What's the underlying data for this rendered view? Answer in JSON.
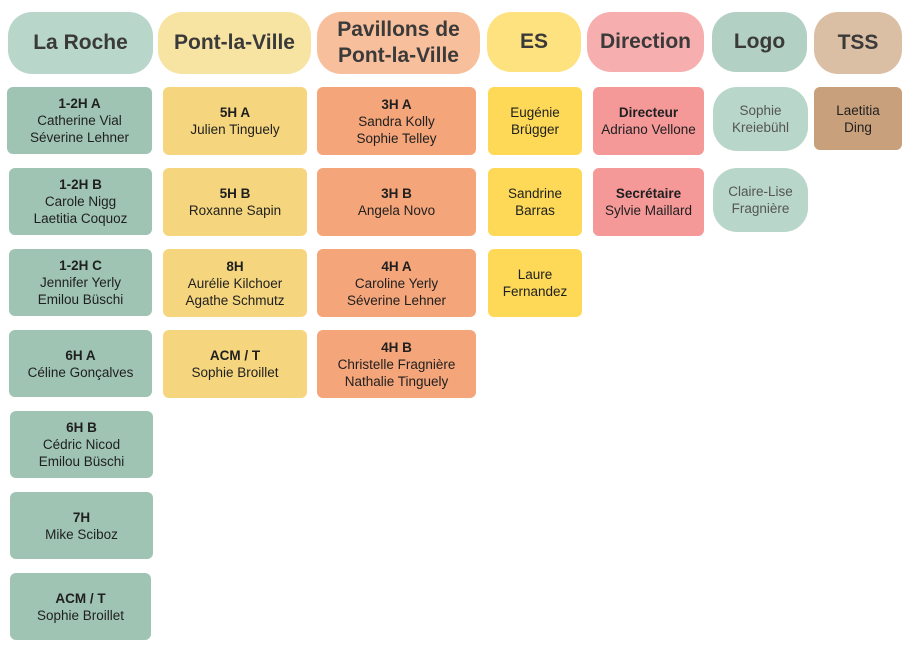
{
  "headers": {
    "la_roche": "La Roche",
    "pont_la_ville": "Pont-la-Ville",
    "pavillons_l1": "Pavillons de",
    "pavillons_l2": "Pont-la-Ville",
    "es": "ES",
    "direction": "Direction",
    "logo": "Logo",
    "tss": "TSS"
  },
  "colors": {
    "la_roche_header": "#b8d6c9",
    "la_roche_card": "#9fc4b3",
    "pont_header": "#f7e3a2",
    "pont_card": "#f5d67e",
    "pavillons_header": "#f8bf9c",
    "pavillons_card": "#f4a57a",
    "es_header": "#fde27f",
    "es_card": "#fdd957",
    "direction_header": "#f6aeae",
    "direction_card": "#f49898",
    "logo_header": "#b3d0c4",
    "logo_card": "#b8d6c9",
    "tss_header": "#dbbfa4",
    "tss_card": "#c9a07c"
  },
  "la_roche": [
    {
      "title": "1-2H A",
      "names": [
        "Catherine Vial",
        "Séverine Lehner"
      ]
    },
    {
      "title": "1-2H B",
      "names": [
        "Carole Nigg",
        "Laetitia Coquoz"
      ]
    },
    {
      "title": "1-2H C",
      "names": [
        "Jennifer Yerly",
        "Emilou Büschi"
      ]
    },
    {
      "title": "6H A",
      "names": [
        "Céline Gonçalves"
      ]
    },
    {
      "title": "6H B",
      "names": [
        "Cédric Nicod",
        "Emilou Büschi"
      ]
    },
    {
      "title": "7H",
      "names": [
        "Mike Sciboz"
      ]
    },
    {
      "title": "ACM / T",
      "names": [
        "Sophie Broillet"
      ]
    }
  ],
  "pont_la_ville": [
    {
      "title": "5H A",
      "names": [
        "Julien Tinguely"
      ]
    },
    {
      "title": "5H B",
      "names": [
        "Roxanne Sapin"
      ]
    },
    {
      "title": "8H",
      "names": [
        "Aurélie Kilchoer",
        "Agathe Schmutz"
      ]
    },
    {
      "title": "ACM / T",
      "names": [
        "Sophie Broillet"
      ]
    }
  ],
  "pavillons": [
    {
      "title": "3H A",
      "names": [
        "Sandra Kolly",
        "Sophie Telley"
      ]
    },
    {
      "title": "3H B",
      "names": [
        "Angela Novo"
      ]
    },
    {
      "title": "4H A",
      "names": [
        "Caroline Yerly",
        "Séverine Lehner"
      ]
    },
    {
      "title": "4H B",
      "names": [
        "Christelle Fragnière",
        "Nathalie Tinguely"
      ]
    }
  ],
  "es": [
    {
      "names": [
        "Eugénie",
        "Brügger"
      ]
    },
    {
      "names": [
        "Sandrine",
        "Barras"
      ]
    },
    {
      "names": [
        "Laure",
        "Fernandez"
      ]
    }
  ],
  "direction": [
    {
      "title": "Directeur",
      "names": [
        "Adriano Vellone"
      ]
    },
    {
      "title": "Secrétaire",
      "names": [
        "Sylvie Maillard"
      ]
    }
  ],
  "logo": [
    {
      "names": [
        "Sophie",
        "Kreiebühl"
      ]
    },
    {
      "names": [
        "Claire-Lise",
        "Fragnière"
      ]
    }
  ],
  "tss": [
    {
      "names": [
        "Laetitia",
        "Ding"
      ]
    }
  ]
}
